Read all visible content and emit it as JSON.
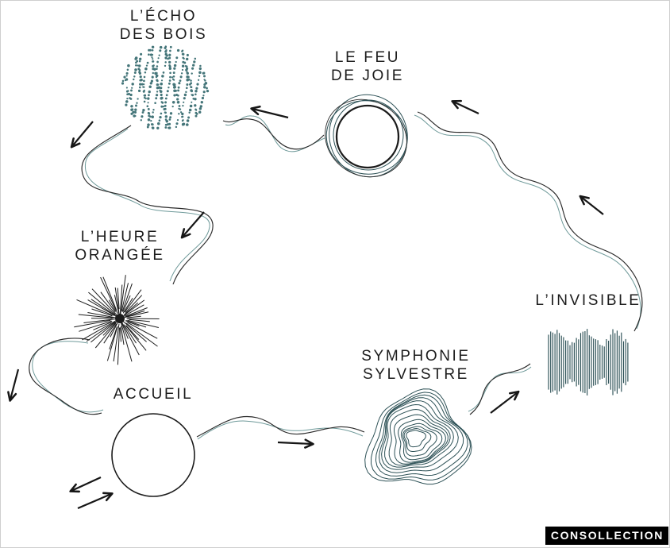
{
  "map": {
    "stations": [
      {
        "line1": "ACCUEIL",
        "line2": "",
        "icon": "circle-outline-icon"
      },
      {
        "line1": "SYMPHONIE",
        "line2": "SYLVESTRE",
        "icon": "contour-rings-icon"
      },
      {
        "line1": "L’INVISIBLE",
        "line2": "",
        "icon": "vertical-stripes-icon"
      },
      {
        "line1": "LE FEU",
        "line2": "DE JOIE",
        "icon": "overlapping-rings-icon"
      },
      {
        "line1": "L’ÉCHO",
        "line2": "DES BOIS",
        "icon": "dotted-sphere-icon"
      },
      {
        "line1": "L’HEURE",
        "line2": "ORANGÉE",
        "icon": "starburst-icon"
      }
    ],
    "watermark": "CONSOLLECTION",
    "colors": {
      "ink": "#1c1c1c",
      "teal": "#447579",
      "dark_teal": "#2d5156",
      "wire_ink": "#2a2a2a",
      "wire_teal": "#6f9a9a",
      "arrow": "#161616",
      "background": "#ffffff",
      "watermark_bg": "#000000",
      "watermark_text": "#ffffff"
    }
  }
}
